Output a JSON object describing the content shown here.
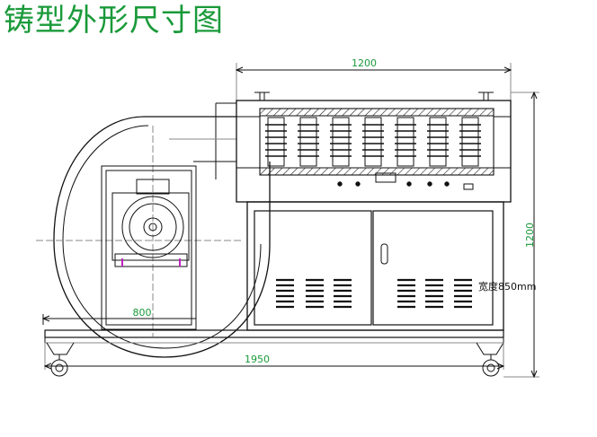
{
  "title": "铸型外形尺寸图",
  "dimensions": {
    "top_width": "1200",
    "right_height": "1200",
    "bottom_width": "1950",
    "motor_width": "800",
    "depth_label": "宽度850mm"
  },
  "colors": {
    "title": "#1a9a3a",
    "dimension": "#1a9a3a",
    "line": "#111111",
    "accent": "#c020c0"
  },
  "features": {
    "heater_elements": 7,
    "vent_slots_per_group": 6,
    "vent_groups": 6,
    "wheels": 2
  }
}
